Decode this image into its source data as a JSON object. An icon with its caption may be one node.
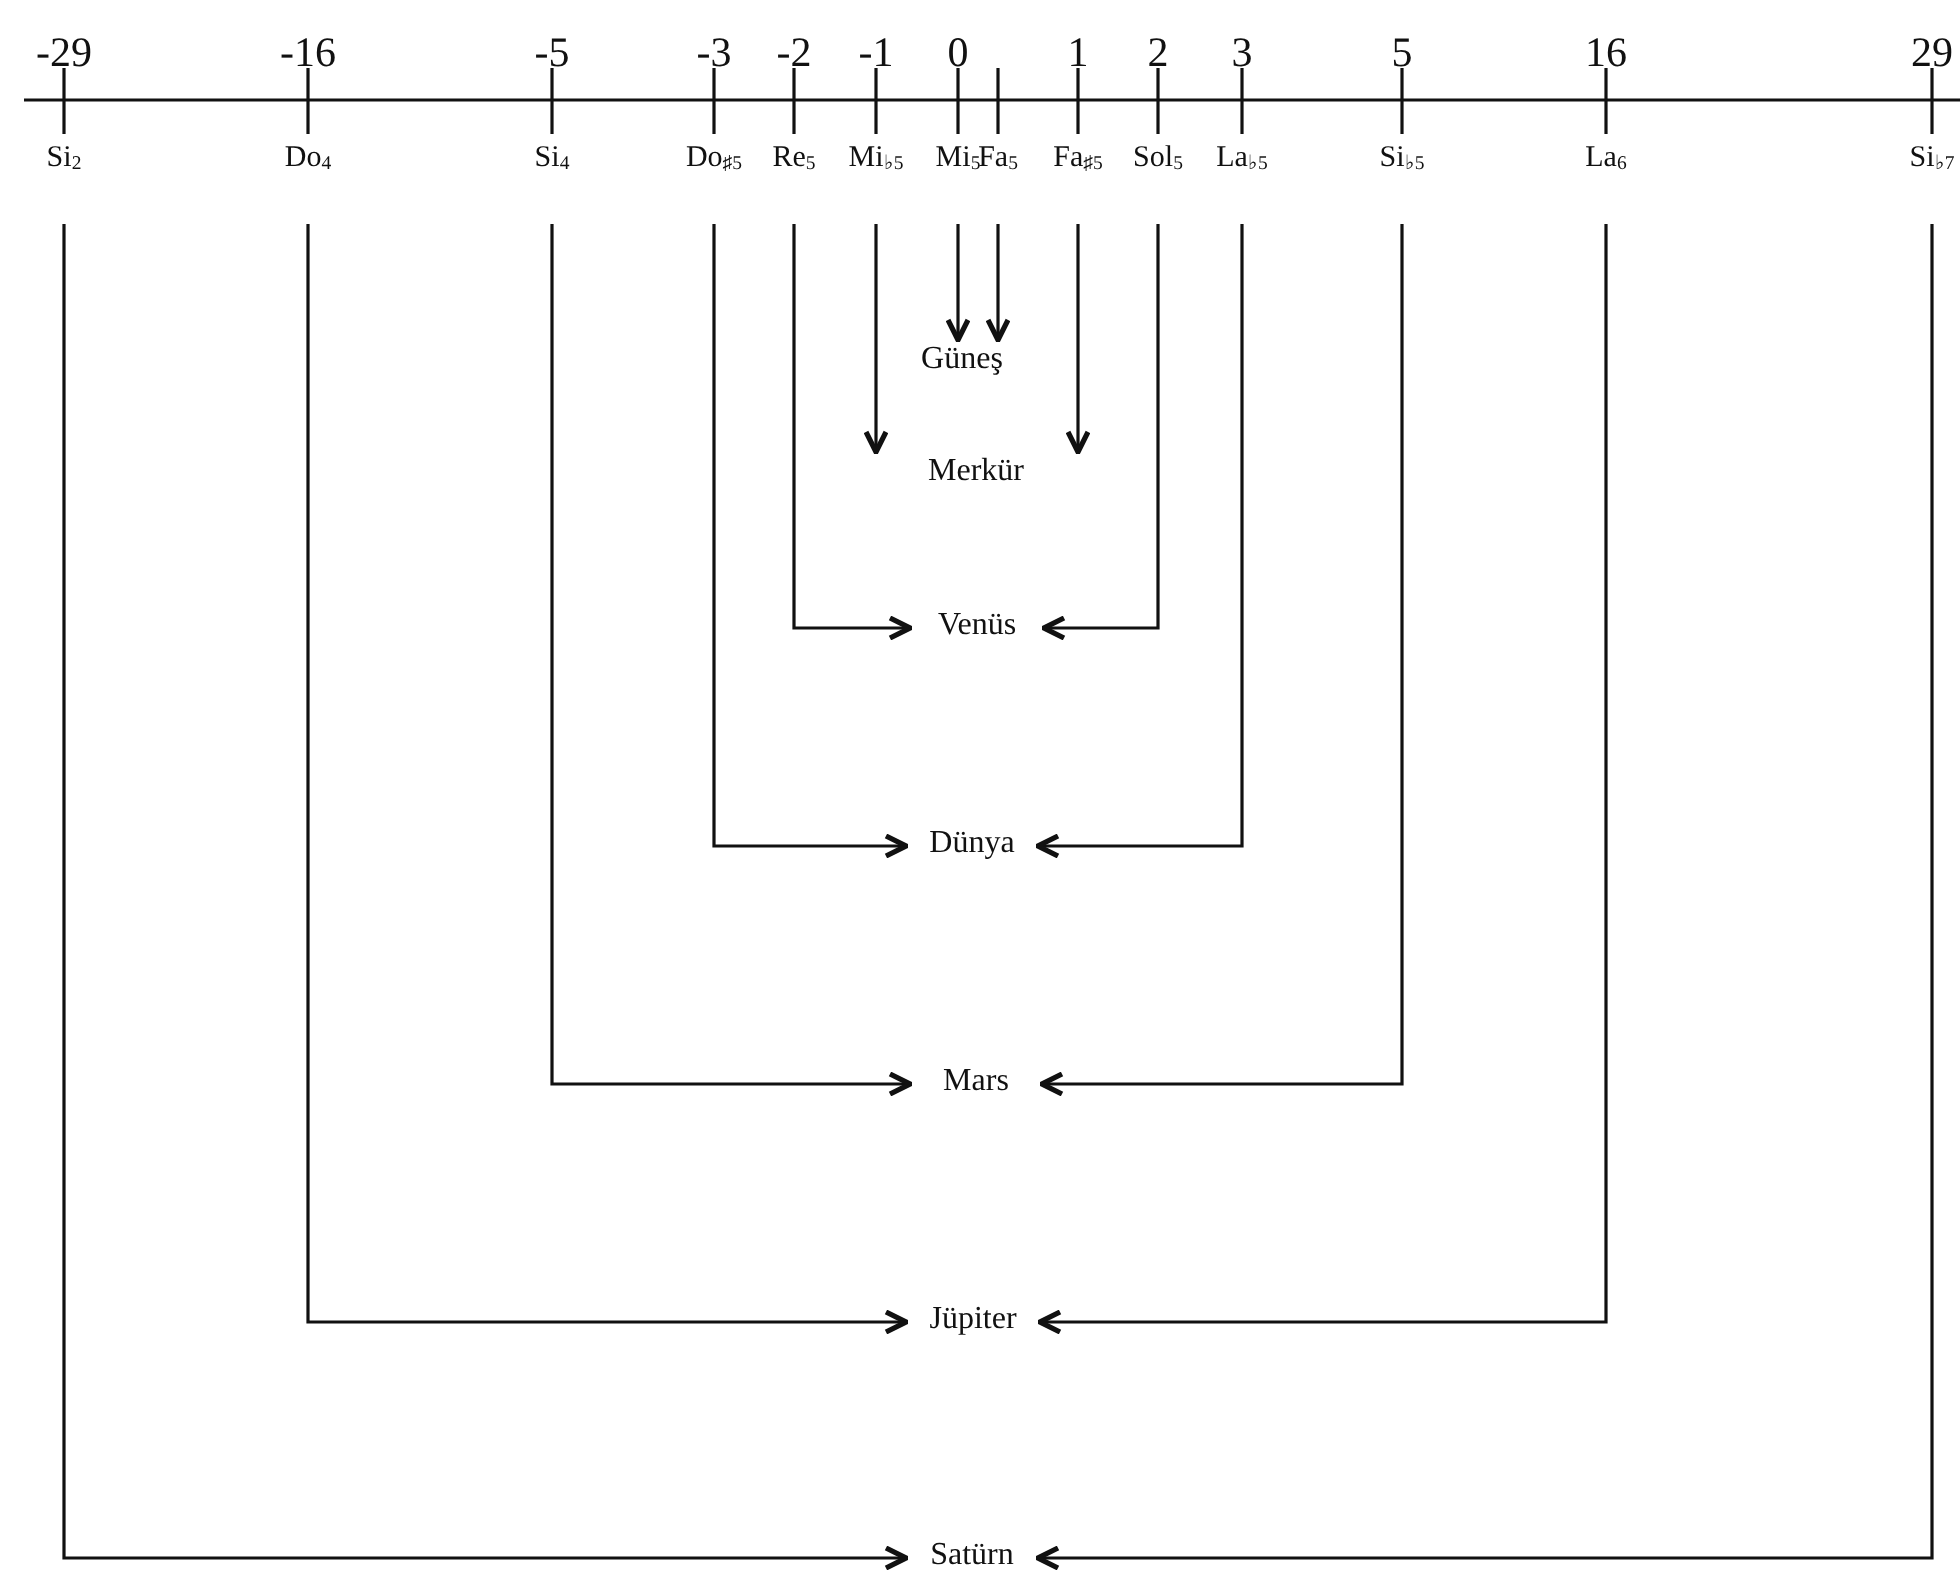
{
  "diagram": {
    "nodes": [
      {
        "text": [
          "Si$_{2}$"
        ],
        "beside": [
          "-29"
        ]
      },
      {
        "text": [
          "Do$_{4}$"
        ],
        "beside": [
          "-16"
        ]
      },
      {
        "text": [
          "Si$_{4}$"
        ],
        "beside": [
          "-5"
        ]
      },
      {
        "text": [
          "Do$_{♯5}$"
        ],
        "beside": [
          "-3"
        ]
      },
      {
        "text": [
          "Re$_{5}$"
        ],
        "beside": [
          "-2"
        ]
      },
      {
        "text": [
          "Mi$_{♭5}$"
        ],
        "beside": [
          "-1"
        ]
      },
      {
        "text": [
          "Mi$_{5}$"
        ],
        "beside": [
          "0"
        ]
      },
      {
        "text": [
          "Fa$_{5}$"
        ]
      },
      {
        "text": [
          "Fa$_{♯5}$"
        ],
        "beside": [
          "1"
        ]
      },
      {
        "text": [
          "Sol$_{5}$"
        ],
        "beside": [
          "2"
        ]
      },
      {
        "text": [
          "La$_{♭5}$"
        ],
        "beside": [
          "3"
        ]
      },
      {
        "text": [
          "Si$_{♭5}$"
        ],
        "beside": [
          "5"
        ]
      },
      {
        "text": [
          "La$_{6}$"
        ],
        "beside": [
          "16"
        ]
      },
      {
        "text": [
          "Si$_{♭7}$"
        ],
        "beside": [
          "29"
        ]
      },
      {
        "text": [
          "Güneş"
        ]
      },
      {
        "text": [
          "Merkür"
        ]
      },
      {
        "text": [
          "Venüs"
        ]
      },
      {
        "text": [
          "Dünya"
        ]
      },
      {
        "text": [
          "Mars"
        ]
      },
      {
        "text": [
          "Jüpiter"
        ]
      },
      {
        "text": [
          "Satürn"
        ]
      }
    ],
    "edges": [
      {
        "from": 6,
        "to": 14,
        "arrow": "to"
      },
      {
        "from": 7,
        "to": 14,
        "arrow": "to"
      },
      {
        "from": 5,
        "to": 15,
        "arrow": "to"
      },
      {
        "from": 8,
        "to": 15,
        "arrow": "to"
      },
      {
        "from": 4,
        "to": 16,
        "arrow": "to"
      },
      {
        "from": 9,
        "to": 16,
        "arrow": "to"
      },
      {
        "from": 3,
        "to": 17,
        "arrow": "to"
      },
      {
        "from": 10,
        "to": 17,
        "arrow": "to"
      },
      {
        "from": 2,
        "to": 18,
        "arrow": "to"
      },
      {
        "from": 11,
        "to": 18,
        "arrow": "to"
      },
      {
        "from": 1,
        "to": 19,
        "arrow": "to"
      },
      {
        "from": 12,
        "to": 19,
        "arrow": "to"
      },
      {
        "from": 0,
        "to": 20,
        "arrow": "to"
      },
      {
        "from": 13,
        "to": 20,
        "arrow": "to"
      }
    ]
  }
}
